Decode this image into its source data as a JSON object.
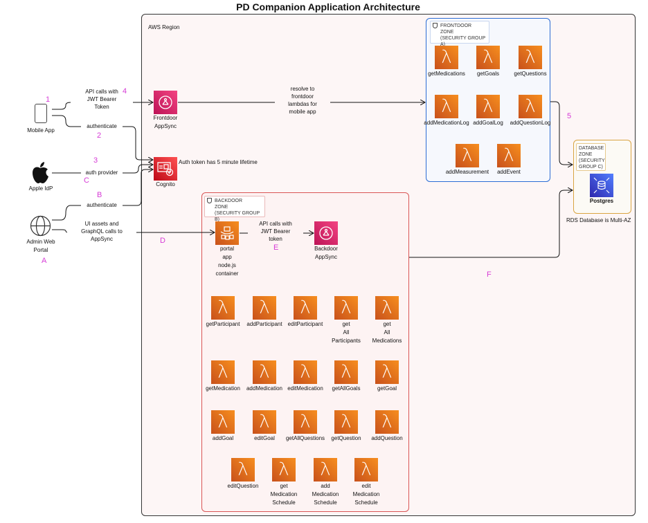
{
  "title": "PD Companion Application Architecture",
  "region_label": "AWS Region",
  "zones": {
    "frontdoor": "FRONTDOOR\nZONE\n(SECURITY GROUP A)",
    "backdoor": "BACKDOOR\nZONE\n(SECURITY GROUP B)",
    "database": "DATABASE\nZONE\n(SECURITY\nGROUP C)"
  },
  "actors": {
    "mobile": "Mobile App",
    "apple": "Apple IdP",
    "admin": "Admin Web\nPortal"
  },
  "services": {
    "frontdoor_appsync": "Frontdoor\nAppSync",
    "cognito": "Cognito",
    "portal": "portal\napp\nnode.js\ncontainer",
    "backdoor_appsync": "Backdoor\nAppSync",
    "postgres": "Postgres"
  },
  "notes": {
    "auth_token": "Auth token has 5 minute lifetime",
    "rds": "RDS Database is Multi-AZ"
  },
  "edges": {
    "mobile_api": "API calls with\nJWT Bearer\nToken",
    "mobile_auth": "authenticate",
    "apple_auth": "auth provider",
    "admin_auth": "authenticate",
    "admin_ui": "UI assets and\nGraphQL calls to\nAppSync",
    "resolve": "resolve to\nfrontdoor\nlambdas for\nmobile app",
    "portal_api": "API calls with\nJWT Bearer\ntoken"
  },
  "markers": {
    "m1": "1",
    "m2": "2",
    "m3": "3",
    "m4": "4",
    "m5": "5",
    "mA": "A",
    "mB": "B",
    "mC": "C",
    "mD": "D",
    "mE": "E",
    "mF": "F"
  },
  "frontdoor_lambdas": [
    "getMedications",
    "getGoals",
    "getQuestions",
    "addMedicationLog",
    "addGoalLog",
    "addQuestionLog",
    "addMeasurement",
    "addEvent"
  ],
  "backdoor_lambdas": [
    "getParticipant",
    "addParticipant",
    "editParticipant",
    "get\nAll\nParticipants",
    "get\nAll\nMedications",
    "getMedication",
    "addMedication",
    "editMedication",
    "getAllGoals",
    "getGoal",
    "addGoal",
    "editGoal",
    "getAllQuestions",
    "getQuestion",
    "addQuestion",
    "editQuestion",
    "get\nMedication\nSchedule",
    "add\nMedication\nSchedule",
    "edit\nMedication\nSchedule"
  ],
  "colors": {
    "marker": "#d63ad6",
    "frontdoor_border": "#2b6cd4",
    "backdoor_border": "#d95454",
    "database_border": "#d9a441"
  }
}
